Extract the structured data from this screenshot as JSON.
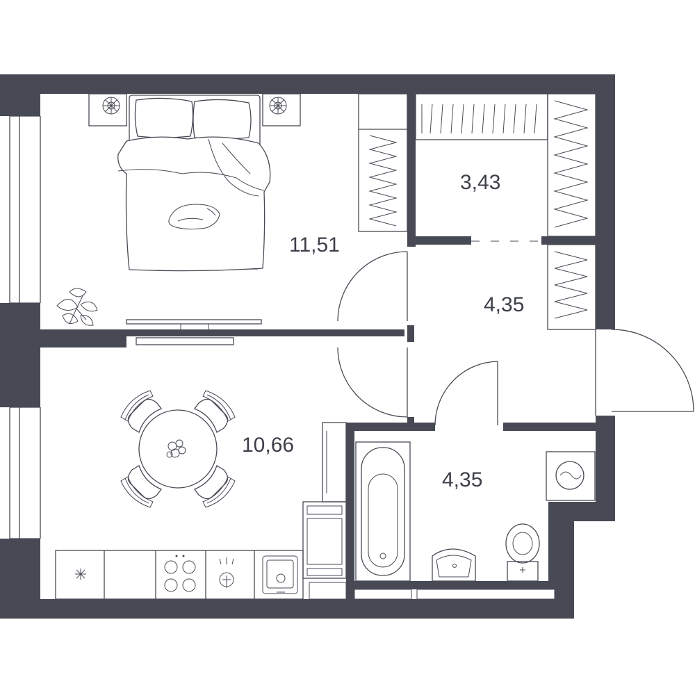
{
  "floor_plan": {
    "rooms": [
      {
        "id": "bedroom",
        "area": "11,51"
      },
      {
        "id": "storage",
        "area": "3,43"
      },
      {
        "id": "hallway",
        "area": "4,35"
      },
      {
        "id": "kitchen",
        "area": "10,66"
      },
      {
        "id": "bathroom",
        "area": "4,35"
      }
    ]
  },
  "colors": {
    "wall": "#474a54",
    "background": "#ffffff",
    "line": "#474a54"
  }
}
